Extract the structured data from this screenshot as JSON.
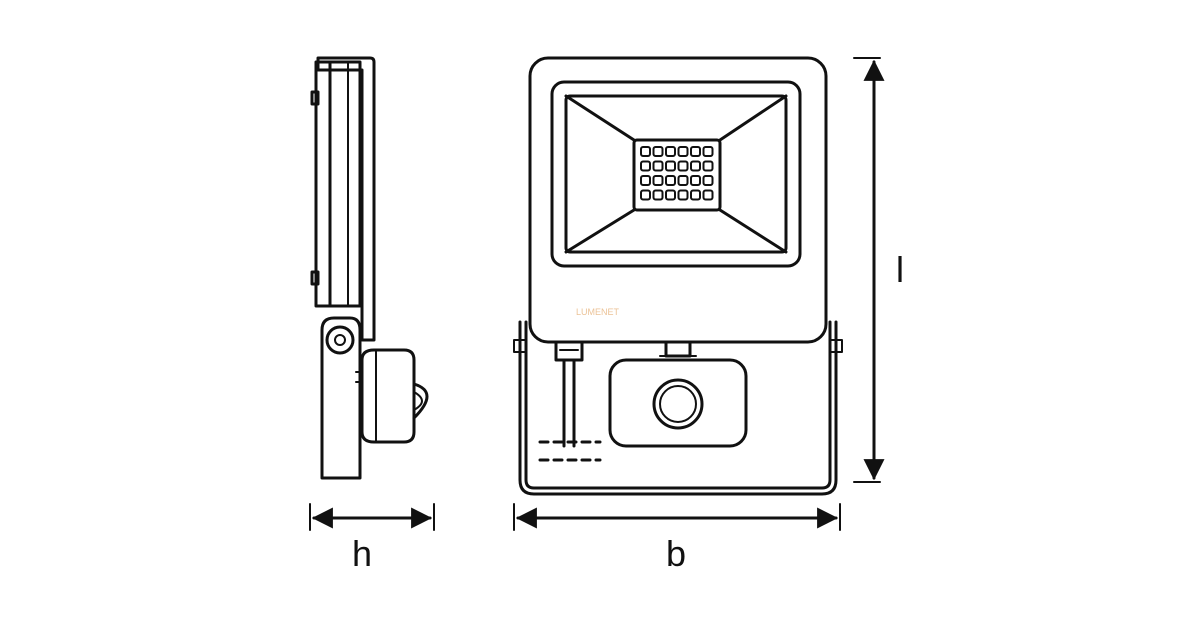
{
  "dimensions": {
    "height_label": "h",
    "width_label": "b",
    "length_label": "l"
  },
  "watermark": {
    "text": "LUMENET"
  },
  "colors": {
    "line": "#111111",
    "background": "#ffffff",
    "watermark": "#e3a96b"
  }
}
